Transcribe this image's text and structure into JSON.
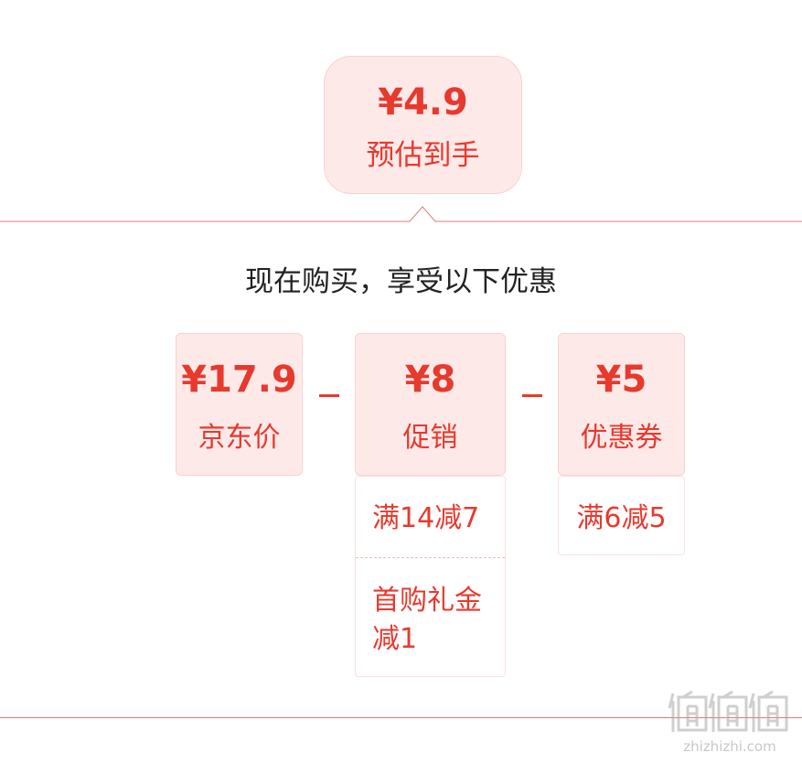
{
  "summary": {
    "price": "¥4.9",
    "label": "预估到手"
  },
  "headline": "现在购买，享受以下优惠",
  "cards": {
    "jd": {
      "amount": "¥17.9",
      "name": "京东价"
    },
    "promo": {
      "amount": "¥8",
      "name": "促销"
    },
    "coupon": {
      "amount": "¥5",
      "name": "优惠券"
    }
  },
  "promo_details": [
    "满14减7",
    "首购礼金减1"
  ],
  "coupon_details": [
    "满6减5"
  ],
  "watermark": {
    "text": "zhizhizhi.com"
  },
  "colors": {
    "accent": "#e8392d",
    "card_bg": "#fee9e9",
    "headline_text": "#222222"
  }
}
